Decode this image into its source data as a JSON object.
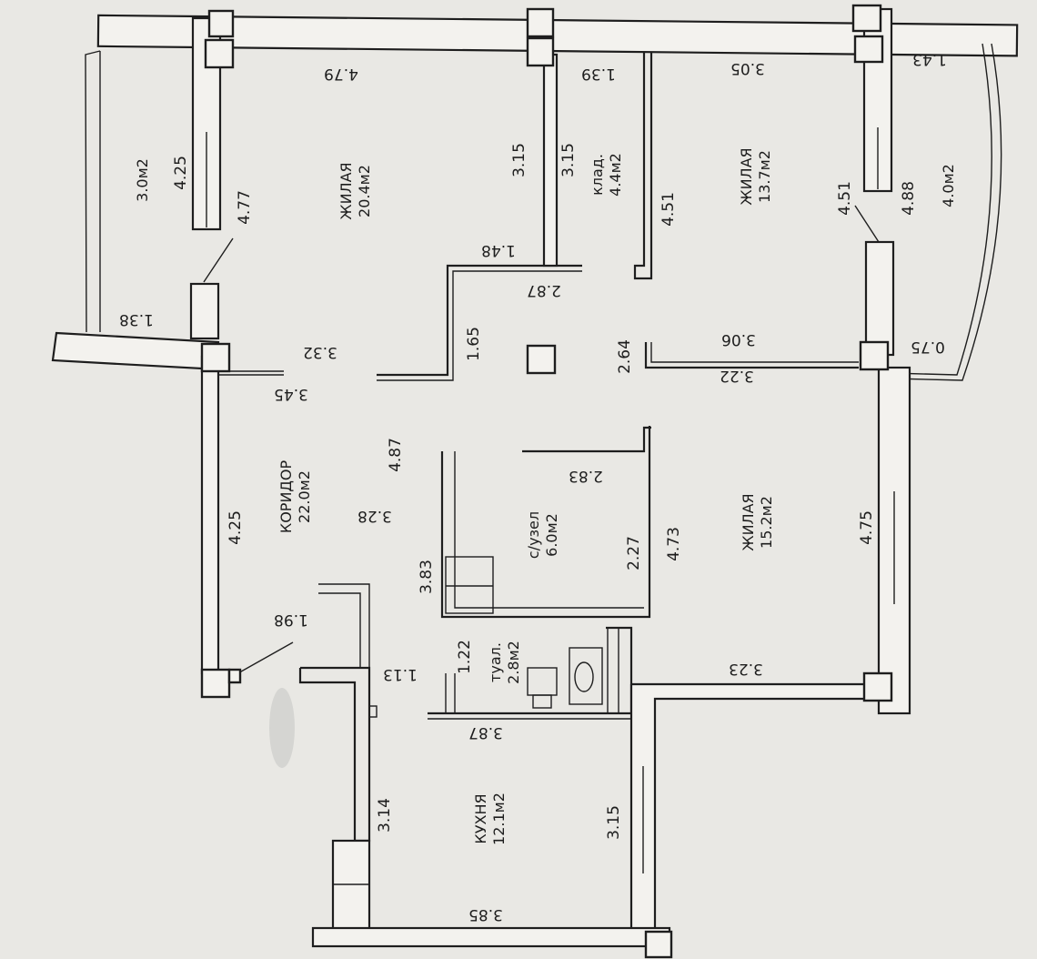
{
  "rooms": {
    "bedroom_a": {
      "name": "ЖИЛАЯ",
      "area": "20.4м2"
    },
    "pantry": {
      "name": "клад.",
      "area": "4.4м2"
    },
    "bedroom_b": {
      "name": "ЖИЛАЯ",
      "area": "13.7м2"
    },
    "balcony_left": {
      "area": "3.0м2"
    },
    "balcony_right": {
      "area": "4.0м2"
    },
    "corridor": {
      "name": "КОРИДОР",
      "area": "22.0м2"
    },
    "bathroom": {
      "name": "с/узел",
      "area": "6.0м2"
    },
    "bedroom_c": {
      "name": "ЖИЛАЯ",
      "area": "15.2м2"
    },
    "toilet": {
      "name": "туал.",
      "area": "2.8м2"
    },
    "kitchen": {
      "name": "КУХНЯ",
      "area": "12.1м2"
    }
  },
  "dimensions": {
    "d_479": "4.79",
    "d_139": "1.39",
    "d_305": "3.05",
    "d_143": "1.43",
    "d_425a": "4.25",
    "d_477": "4.77",
    "d_315a": "3.15",
    "d_315b": "3.15",
    "d_451a": "4.51",
    "d_451b": "4.51",
    "d_488": "4.88",
    "d_148": "1.48",
    "d_287": "2.87",
    "d_138": "1.38",
    "d_332": "3.32",
    "d_165": "1.65",
    "d_264": "2.64",
    "d_306": "3.06",
    "d_322": "3.22",
    "d_075": "0.75",
    "d_345": "3.45",
    "d_487": "4.87",
    "d_283": "2.83",
    "d_425b": "4.25",
    "d_328": "3.28",
    "d_383": "3.83",
    "d_227": "2.27",
    "d_473": "4.73",
    "d_475": "4.75",
    "d_198": "1.98",
    "d_113": "1.13",
    "d_122": "1.22",
    "d_323": "3.23",
    "d_387": "3.87",
    "d_314": "3.14",
    "d_315c": "3.15",
    "d_385": "3.85"
  }
}
